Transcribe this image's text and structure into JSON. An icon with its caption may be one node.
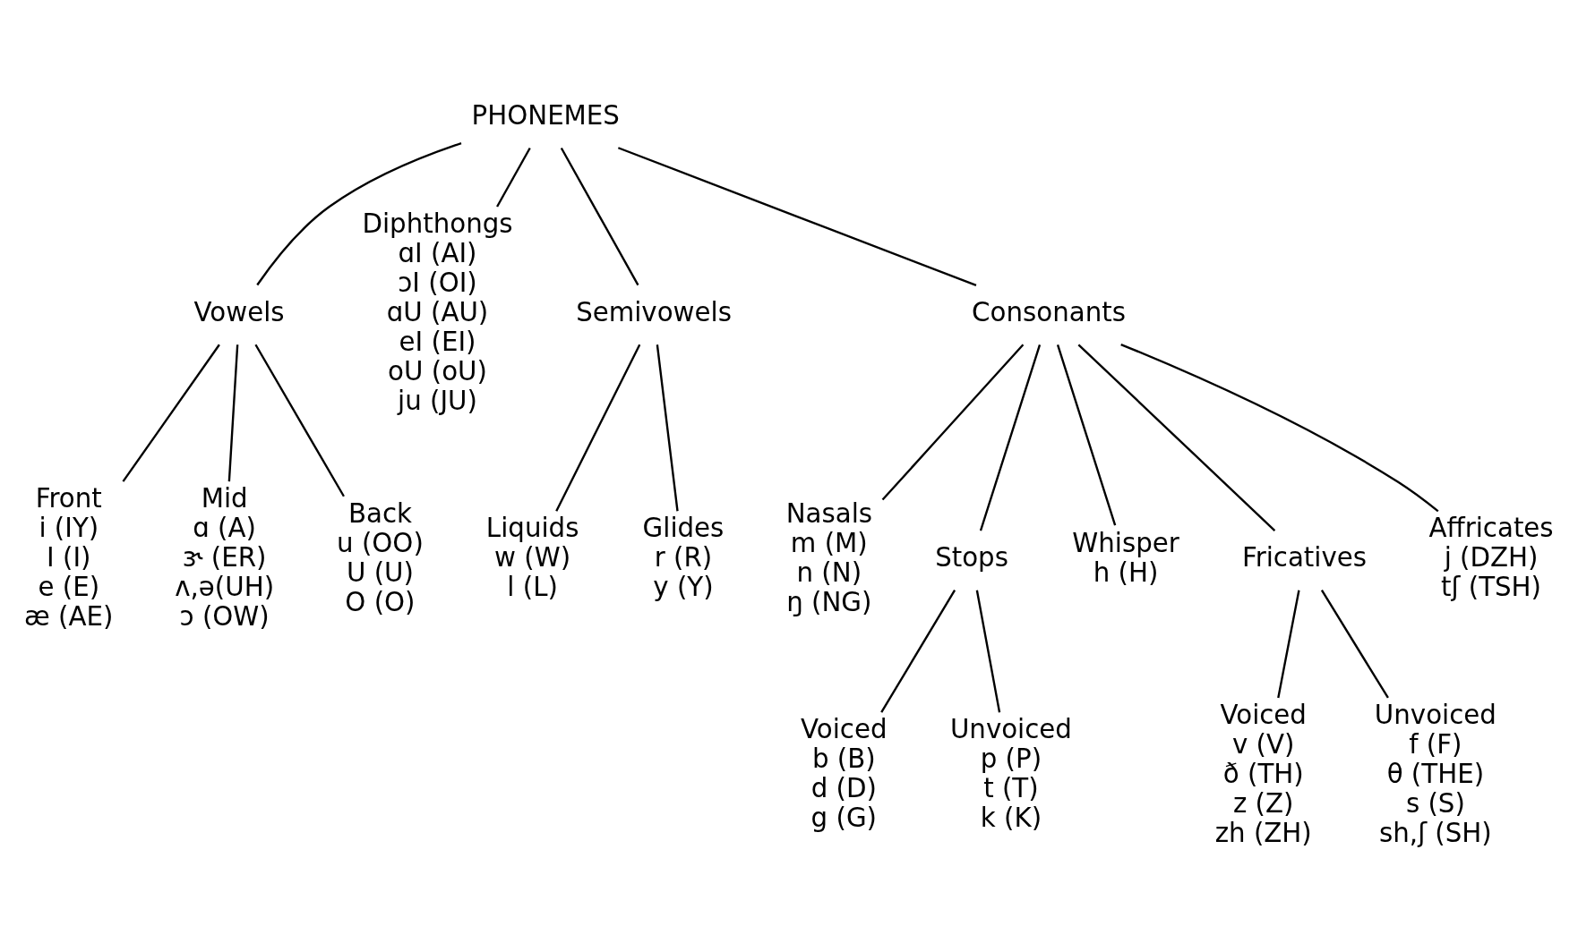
{
  "diagram": {
    "nodes": [
      {
        "text": [
          "PHONEMES"
        ]
      },
      {
        "text": [
          "Vowels"
        ]
      },
      {
        "text": [
          "Front",
          "i (IY)",
          "I (I)",
          "e (E)",
          "æ (AE)"
        ]
      },
      {
        "text": [
          "Mid",
          "ɑ (A)",
          "ɝ (ER)",
          "ʌ,ə(UH)",
          "ɔ (OW)"
        ]
      },
      {
        "text": [
          "Back",
          "u (OO)",
          "U (U)",
          "O (O)"
        ]
      },
      {
        "text": [
          "Diphthongs",
          "ɑI (AI)",
          "ɔI (OI)",
          "ɑU (AU)",
          "eI (EI)",
          "oU (oU)",
          "ju (JU)"
        ]
      },
      {
        "text": [
          "Semivowels"
        ]
      },
      {
        "text": [
          "Liquids",
          "w (W)",
          "l (L)"
        ]
      },
      {
        "text": [
          "Glides",
          "r (R)",
          "y (Y)"
        ]
      },
      {
        "text": [
          "Consonants"
        ]
      },
      {
        "text": [
          "Nasals",
          "m (M)",
          "n (N)",
          "ŋ (NG)"
        ]
      },
      {
        "text": [
          "Stops"
        ]
      },
      {
        "text": [
          "Voiced",
          "b (B)",
          "d (D)",
          "g (G)"
        ]
      },
      {
        "text": [
          "Unvoiced",
          "p (P)",
          "t (T)",
          "k (K)"
        ]
      },
      {
        "text": [
          "Whisper",
          "h (H)"
        ]
      },
      {
        "text": [
          "Fricatives"
        ]
      },
      {
        "text": [
          "Voiced",
          "v (V)",
          "ð (TH)",
          "z (Z)",
          "zh (ZH)"
        ]
      },
      {
        "text": [
          "Unvoiced",
          "f (F)",
          "θ (THE)",
          "s (S)",
          "sh,ʃ (SH)"
        ]
      },
      {
        "text": [
          "Affricates",
          "j (DZH)",
          "tʃ (TSH)"
        ]
      }
    ],
    "edges": [
      {
        "from": 0,
        "to": 1,
        "arrow": "none"
      },
      {
        "from": 0,
        "to": 5,
        "arrow": "none"
      },
      {
        "from": 0,
        "to": 6,
        "arrow": "none"
      },
      {
        "from": 0,
        "to": 9,
        "arrow": "none"
      },
      {
        "from": 1,
        "to": 2,
        "arrow": "none"
      },
      {
        "from": 1,
        "to": 3,
        "arrow": "none"
      },
      {
        "from": 1,
        "to": 4,
        "arrow": "none"
      },
      {
        "from": 6,
        "to": 7,
        "arrow": "none"
      },
      {
        "from": 6,
        "to": 8,
        "arrow": "none"
      },
      {
        "from": 9,
        "to": 10,
        "arrow": "none"
      },
      {
        "from": 9,
        "to": 11,
        "arrow": "none"
      },
      {
        "from": 9,
        "to": 15,
        "arrow": "none"
      },
      {
        "from": 9,
        "to": 14,
        "arrow": "none"
      },
      {
        "from": 9,
        "to": 18,
        "arrow": "none"
      },
      {
        "from": 11,
        "to": 12,
        "arrow": "none"
      },
      {
        "from": 11,
        "to": 13,
        "arrow": "none"
      },
      {
        "from": 15,
        "to": 16,
        "arrow": "none"
      },
      {
        "from": 15,
        "to": 17,
        "arrow": "none"
      }
    ]
  }
}
